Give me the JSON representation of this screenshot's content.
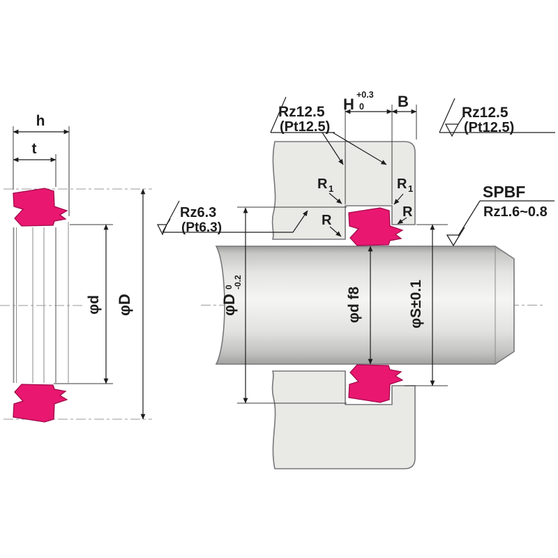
{
  "figure": {
    "type": "seal-installation-technical-drawing",
    "product_code": "SPBF"
  },
  "colors": {
    "seal": "#e9176f",
    "seal_outline": "#a00a4c",
    "metal": "#e9e9e6",
    "outline": "#77777b",
    "line": "#1c1c1c",
    "background": "#ffffff"
  },
  "left_view": {
    "dim_section_height": "h",
    "dim_body_thickness": "t",
    "dim_inner_dia": "φd",
    "dim_outer_dia": "φD"
  },
  "right_view": {
    "dim_groove_width": {
      "main": "H",
      "sup": "+0.3",
      "sub": "0"
    },
    "dim_step_width": "B",
    "groove_finish_left": {
      "line1": "Rz12.5",
      "line2": "(Pt12.5)"
    },
    "groove_finish_right": {
      "line1": "Rz12.5",
      "line2": "(Pt12.5)"
    },
    "bore_finish": {
      "line1": "Rz6.3",
      "line2": "(Pt6.3)"
    },
    "shaft_finish": {
      "line1": "SPBF",
      "line2": "Rz1.6~0.8"
    },
    "dim_groove_dia": {
      "main": "φD",
      "sup": "0",
      "sub": "-0.2"
    },
    "dim_shaft_dia": "φd f8",
    "dim_step_dia": "φS±0.1",
    "radius_groove_root": {
      "main": "R",
      "sub": "1"
    },
    "radius_groove_edge": "R"
  }
}
